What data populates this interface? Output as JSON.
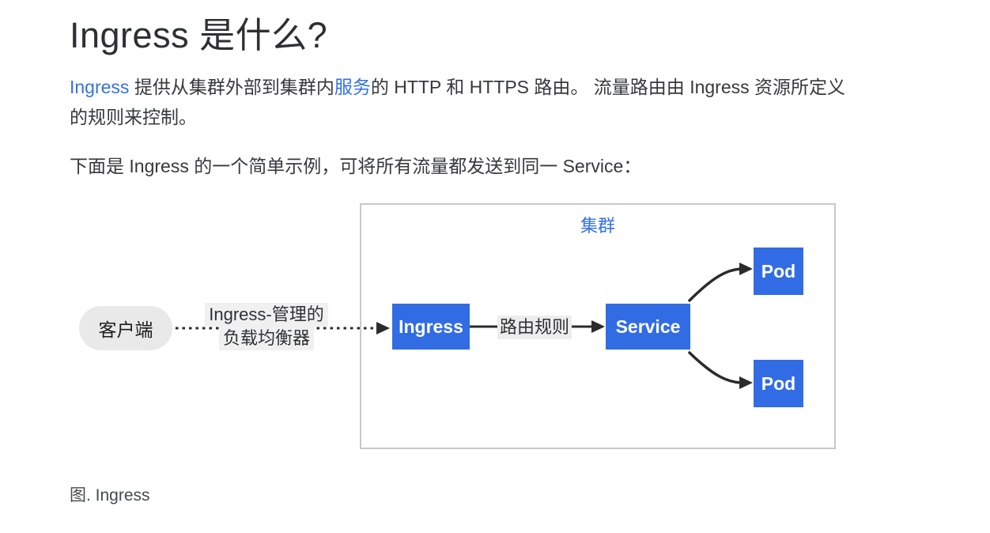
{
  "page": {
    "title": "Ingress 是什么?",
    "example_intro": "下面是 Ingress 的一个简单示例，可将所有流量都发送到同一 Service：",
    "caption": "图. Ingress"
  },
  "intro": {
    "link_ingress": "Ingress",
    "segment_1": " 提供从集群外部到集群内",
    "link_service": "服务",
    "segment_2": "的 HTTP 和 HTTPS 路由。 流量路由由 Ingress 资源所定义的规则来控制。"
  },
  "diagram": {
    "cluster_label": "集群",
    "client_label": "客户端",
    "lb_line1": "Ingress-管理的",
    "lb_line2": "负载均衡器",
    "ingress_label": "Ingress",
    "routing_label": "路由规则",
    "service_label": "Service",
    "pod_top_label": "Pod",
    "pod_bottom_label": "Pod"
  },
  "colors": {
    "node_blue": "#326ce5",
    "link_blue": "#3371e3",
    "cluster_border": "#c9c9c9",
    "label_bg": "#f0f0f0",
    "client_bg": "#e9e9e9",
    "arrow": "#2b2b2b"
  }
}
